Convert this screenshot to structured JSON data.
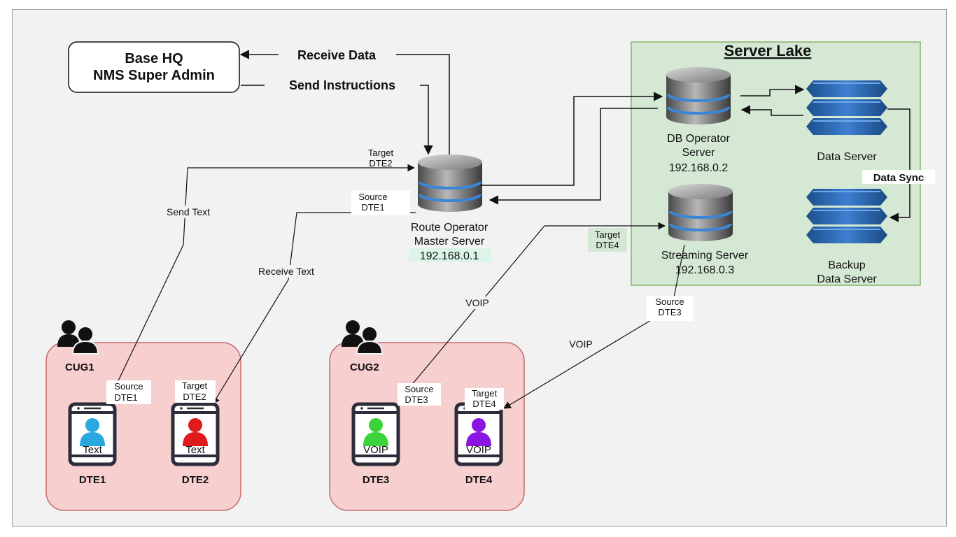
{
  "hq": {
    "line1": "Base HQ",
    "line2": "NMS Super Admin"
  },
  "hq_links": {
    "receive": "Receive Data",
    "send": "Send Instructions"
  },
  "server_lake": {
    "title": "Server Lake"
  },
  "route_server": {
    "name1": "Route Operator",
    "name2": "Master Server",
    "ip": "192.168.0.1"
  },
  "db_server": {
    "name1": "DB Operator",
    "name2": "Server",
    "ip": "192.168.0.2"
  },
  "streaming_server": {
    "name1": "Streaming Server",
    "ip": "192.168.0.3"
  },
  "data_server": {
    "name": "Data Server"
  },
  "backup_server": {
    "name1": "Backup",
    "name2": "Data Server"
  },
  "data_sync": "Data Sync",
  "edges": {
    "target_dte2_top": {
      "l1": "Target",
      "l2": "DTE2"
    },
    "source_dte1_top": {
      "l1": "Source",
      "l2": "DTE1"
    },
    "send_text": "Send Text",
    "receive_text": "Receive Text",
    "target_dte4_top": {
      "l1": "Target",
      "l2": "DTE4"
    },
    "voip_left": "VOIP",
    "source_dte3_top": {
      "l1": "Source",
      "l2": "DTE3"
    },
    "voip_right": "VOIP"
  },
  "cug1": {
    "name": "CUG1"
  },
  "cug2": {
    "name": "CUG2"
  },
  "devices": {
    "dte1": {
      "label": "DTE1",
      "screen": "Text",
      "tag": {
        "l1": "Source",
        "l2": "DTE1"
      },
      "color": "#29a8e0"
    },
    "dte2": {
      "label": "DTE2",
      "screen": "Text",
      "tag": {
        "l1": "Target",
        "l2": "DTE2"
      },
      "color": "#e01b1b"
    },
    "dte3": {
      "label": "DTE3",
      "screen": "VOIP",
      "tag": {
        "l1": "Source",
        "l2": "DTE3"
      },
      "color": "#3ad43a"
    },
    "dte4": {
      "label": "DTE4",
      "screen": "VOIP",
      "tag": {
        "l1": "Target",
        "l2": "DTE4"
      },
      "color": "#8a14e0"
    }
  },
  "colors": {
    "group_fill": "#f7cfcf",
    "lake_fill": "#d5e8d4",
    "ip_highlight": "#ddf5e9",
    "cylinder_blue": "#2e6db4"
  }
}
